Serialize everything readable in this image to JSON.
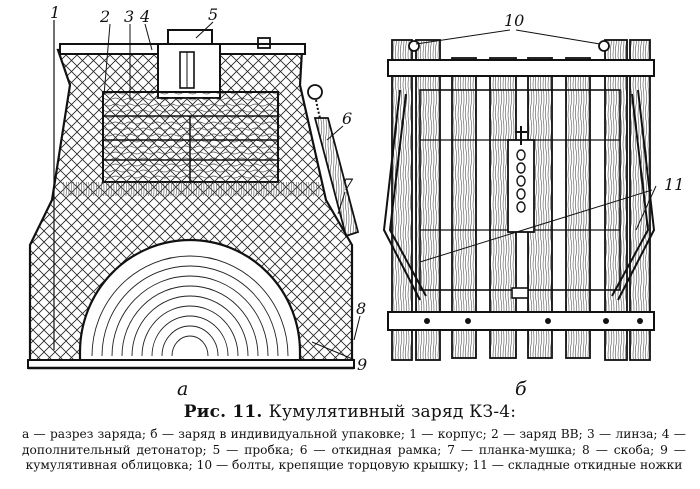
{
  "figure": {
    "number": "Рис. 11.",
    "title": "Кумулятивный заряд КЗ-4:",
    "caption": "а — разрез заряда; б — заряд в индивидуальной упаковке; 1 — корпус; 2 — заряд ВВ; 3 — линза; 4 — дополнительный детонатор; 5 — пробка; 6 — откидная рамка; 7 — планка-мушка; 8 — скоба; 9 — кумулятивная облицовка; 10 — болты, крепящие торцовую крышку; 11 — складные откидные ножки"
  },
  "callouts": [
    "1",
    "2",
    "3",
    "4",
    "5",
    "6",
    "7",
    "8",
    "9",
    "10",
    "11"
  ],
  "sublabels": {
    "a": "а",
    "b": "б"
  },
  "colors": {
    "ink": "#111111",
    "paper": "#ffffff",
    "wood": "#8a8a8a"
  }
}
